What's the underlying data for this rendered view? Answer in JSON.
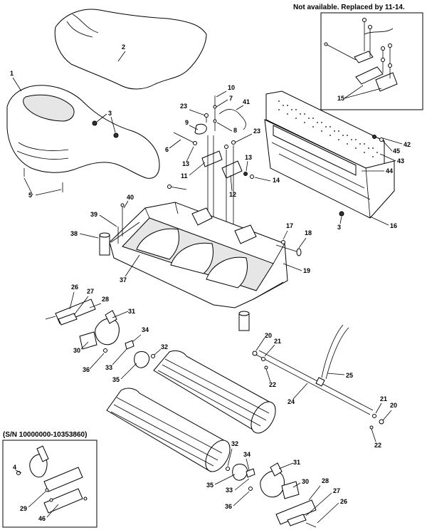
{
  "notes": {
    "not_available": "Not available.  Replaced by 11-14.",
    "serial_range": "(S/N 10000000-10353860)"
  },
  "callouts": {
    "c1": "1",
    "c2": "2",
    "c3a": "3",
    "c3b": "3",
    "c4": "4",
    "c5a": "5",
    "c5b": "5",
    "c6": "6",
    "c7": "7",
    "c8": "8",
    "c9": "9",
    "c10": "10",
    "c11": "11",
    "c12": "12",
    "c13a": "13",
    "c13b": "13",
    "c14": "14",
    "c15": "15",
    "c16": "16",
    "c17": "17",
    "c18": "18",
    "c19": "19",
    "c20a": "20",
    "c20b": "20",
    "c21a": "21",
    "c21b": "21",
    "c22a": "22",
    "c22b": "22",
    "c23a": "23",
    "c23b": "23",
    "c24": "24",
    "c25": "25",
    "c26a": "26",
    "c26b": "26",
    "c27a": "27",
    "c27b": "27",
    "c28a": "28",
    "c28b": "28",
    "c29": "29",
    "c30a": "30",
    "c30b": "30",
    "c31a": "31",
    "c31b": "31",
    "c32a": "32",
    "c32b": "32",
    "c33a": "33",
    "c33b": "33",
    "c34a": "34",
    "c34b": "34",
    "c35a": "35",
    "c35b": "35",
    "c36a": "36",
    "c36b": "36",
    "c37": "37",
    "c38": "38",
    "c39": "39",
    "c40": "40",
    "c41": "41",
    "c42": "42",
    "c43": "43",
    "c44": "44",
    "c45": "45",
    "c46": "46"
  }
}
